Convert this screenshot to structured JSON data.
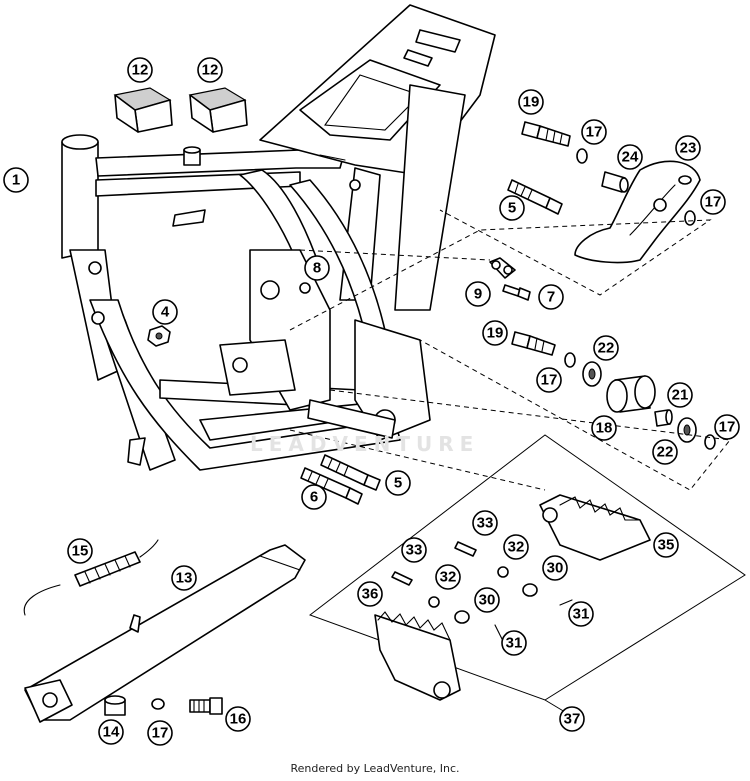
{
  "callouts": [
    "1",
    "4",
    "5",
    "5",
    "6",
    "7",
    "8",
    "9",
    "12",
    "12",
    "13",
    "14",
    "15",
    "16",
    "17",
    "17",
    "17",
    "17",
    "17",
    "18",
    "19",
    "19",
    "21",
    "22",
    "22",
    "23",
    "24",
    "30",
    "30",
    "31",
    "31",
    "32",
    "32",
    "33",
    "33",
    "35",
    "36",
    "37"
  ],
  "watermark": "LEADVENTURE",
  "footer": "Rendered by LeadVenture, Inc."
}
